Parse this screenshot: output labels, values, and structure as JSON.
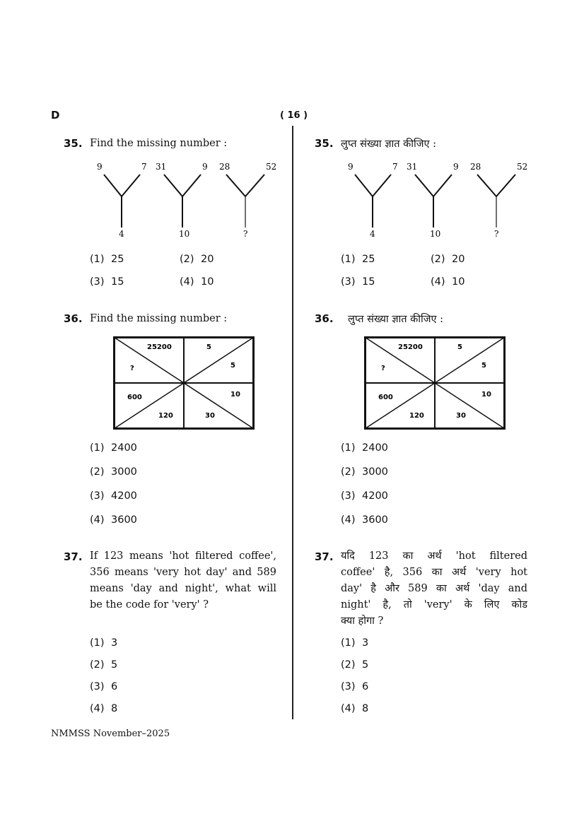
{
  "header": {
    "section": "D",
    "page_number": "( 16 )"
  },
  "q35": {
    "number": "35.",
    "text_en": "Find the missing number :",
    "text_hi": "लुप्त संख्या ज्ञात कीजिए :",
    "figures": [
      {
        "left": "9",
        "right": "7",
        "bottom": "4"
      },
      {
        "left": "31",
        "right": "9",
        "bottom": "10"
      },
      {
        "left": "28",
        "right": "52",
        "bottom": "?"
      }
    ],
    "options": [
      {
        "num": "(1)",
        "val": "25"
      },
      {
        "num": "(2)",
        "val": "20"
      },
      {
        "num": "(3)",
        "val": "15"
      },
      {
        "num": "(4)",
        "val": "10"
      }
    ]
  },
  "q36": {
    "number": "36.",
    "text_en": "Find the missing number :",
    "text_hi": "लुप्त संख्या ज्ञात कीजिए :",
    "grid": {
      "top_left_upper": "25200",
      "top_left_lower": "?",
      "top_right_upper": "5",
      "top_right_lower": "5",
      "bottom_left_upper": "600",
      "bottom_left_lower": "120",
      "bottom_right_upper": "10",
      "bottom_right_lower": "30"
    },
    "options": [
      {
        "num": "(1)",
        "val": "2400"
      },
      {
        "num": "(2)",
        "val": "3000"
      },
      {
        "num": "(3)",
        "val": "4200"
      },
      {
        "num": "(4)",
        "val": "3600"
      }
    ]
  },
  "q37": {
    "number": "37.",
    "text_en_lines": [
      "If 123 means 'hot filtered coffee',",
      "356 means 'very hot day' and 589",
      "means 'day and night', what will",
      "be the code for 'very' ?"
    ],
    "text_hi_lines": [
      "यदि 123 का अर्थ 'hot filtered",
      "coffee' है, 356 का अर्थ 'very hot",
      "day' है और 589 का अर्थ 'day and",
      "night' है, तो 'very' के लिए कोड",
      "क्या होगा ?"
    ],
    "options": [
      {
        "num": "(1)",
        "val": "3"
      },
      {
        "num": "(2)",
        "val": "5"
      },
      {
        "num": "(3)",
        "val": "6"
      },
      {
        "num": "(4)",
        "val": "8"
      }
    ]
  },
  "footer": {
    "text": "NMMSS November–2025"
  }
}
